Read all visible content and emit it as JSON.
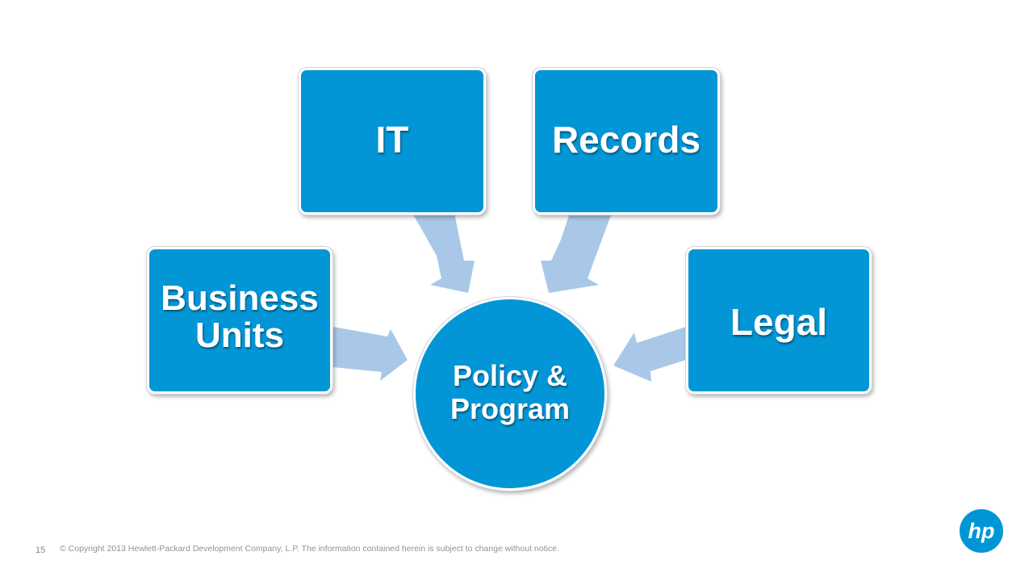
{
  "diagram": {
    "center": {
      "label_line1": "Policy &",
      "label_line2": "Program"
    },
    "nodes": {
      "it": "IT",
      "records": "Records",
      "business_units_line1": "Business",
      "business_units_line2": "Units",
      "legal": "Legal"
    },
    "colors": {
      "node_fill": "#0296d6",
      "arrow_fill": "#a9c8e8",
      "border": "#ffffff"
    }
  },
  "footer": {
    "page_number": "15",
    "copyright": "© Copyright 2013 Hewlett-Packard Development Company, L.P.  The information contained herein is subject to change without notice."
  },
  "logo": {
    "icon": "hp-logo-icon",
    "text": "hp",
    "color": "#0096d6"
  }
}
